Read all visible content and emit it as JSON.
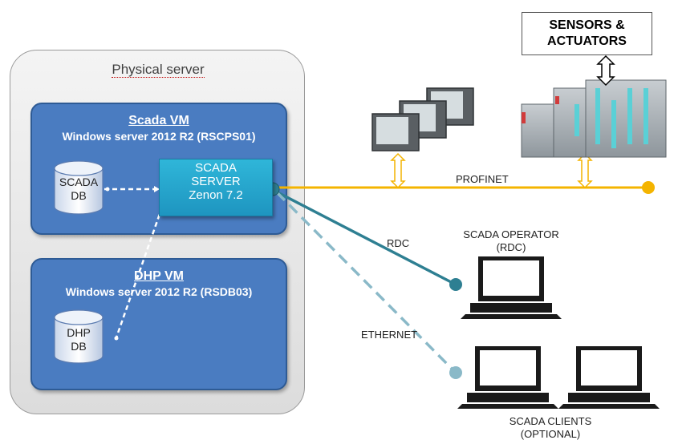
{
  "physical_server": {
    "label": "Physical server"
  },
  "scada_vm": {
    "title": "Scada VM",
    "subtitle": "Windows server 2012 R2 (RSCPS01)"
  },
  "dhp_vm": {
    "title": "DHP VM",
    "subtitle": "Windows server 2012 R2 (RSDB03)"
  },
  "scada_db": {
    "line1": "SCADA",
    "line2": "DB"
  },
  "dhp_db": {
    "line1": "DHP",
    "line2": "DB"
  },
  "scada_server": {
    "line1": "SCADA",
    "line2": "SERVER",
    "line3": "Zenon 7.2"
  },
  "sensors": {
    "line1": "SENSORS &",
    "line2": "ACTUATORS"
  },
  "links": {
    "profinet": "PROFINET",
    "rdc": "RDC",
    "ethernet": "ETHERNET"
  },
  "operator": {
    "line1": "SCADA OPERATOR",
    "line2": "(RDC)"
  },
  "clients": {
    "line1": "SCADA CLIENTS",
    "line2": "(OPTIONAL)"
  },
  "colors": {
    "vm_blue": "#4a7cc1",
    "server_cyan": "#2fb6d9",
    "profinet_yellow": "#f4b400",
    "rdc_teal": "#2e7f92",
    "ethernet_teal_light": "#8ab9c8"
  },
  "icons": [
    "database-icon",
    "hmi-panel-icon",
    "plc-rack-icon",
    "computer-icon",
    "bidirectional-arrow-icon"
  ]
}
